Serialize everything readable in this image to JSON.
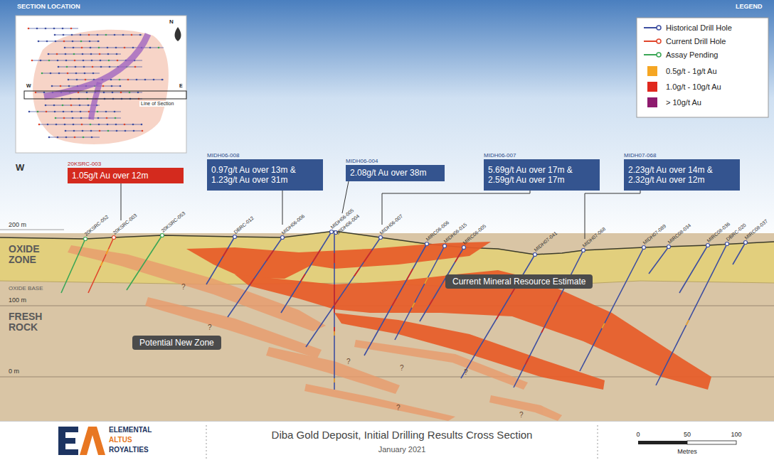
{
  "diagram": {
    "title": "Diba Gold Deposit, Initial Drilling Results Cross Section",
    "caption": "January 2021",
    "nodes": [
      {
        "text": [
          "20KSRC-003",
          "1.05g/t Au over 12m"
        ]
      },
      {
        "text": [
          "MIDH06-008",
          "0.97g/t Au over 13m & 1.23g/t Au over 31m"
        ]
      },
      {
        "text": [
          "MIDH06-004",
          "2.08g/t Au over 38m"
        ]
      },
      {
        "text": [
          "MIDH06-007",
          "5.69g/t Au over 17m & 2.59g/t Au over 17m"
        ]
      },
      {
        "text": [
          "MIDH07-068",
          "2.23g/t Au over 14m & 2.32g/t Au over 12m"
        ]
      },
      {
        "text": [
          "Current Mineral Resource Estimate"
        ]
      },
      {
        "text": [
          "Potential New Zone"
        ]
      }
    ],
    "labels": [
      "SECTION LOCATION",
      "N",
      "W",
      "E",
      "Line of Section",
      "LEGEND",
      "W",
      "200 m",
      "OXIDE ZONE",
      "OXIDE BASE",
      "100 m",
      "FRESH ROCK",
      "0 m",
      "20KSRC-052",
      "20KSRC-003",
      "20KSRC-053",
      "DBRC-012",
      "MIDH06-006",
      "MIDH06-005",
      "MIDH06-004",
      "MIDH06-007",
      "MIRC06-006",
      "MIDH06-015",
      "MIRC06-005",
      "MIDH07-041",
      "MIDH07-068",
      "MIDH07-089",
      "MIRC08-034",
      "MIRC08-036",
      "DBRC-020",
      "MIRC08-037",
      "?",
      "?",
      "?",
      "?",
      "?",
      "?",
      "?",
      "ELEMENTAL",
      "ALTUS",
      "ROYALTIES",
      "0",
      "50",
      "100",
      "Metres"
    ],
    "legend": [
      {
        "text": "Historical Drill Hole"
      },
      {
        "text": "Current Drill Hole"
      },
      {
        "text": "Assay Pending"
      },
      {
        "text": "0.5g/t - 1g/t Au",
        "color": "#f5a623"
      },
      {
        "text": "1.0g/t - 10g/t Au",
        "color": "#e0281e"
      },
      {
        "text": "> 10g/t Au",
        "color": "#8e1a6e"
      }
    ]
  }
}
